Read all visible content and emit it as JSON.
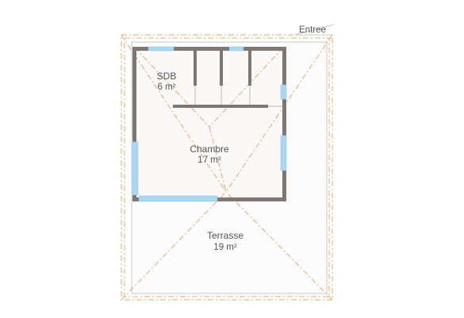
{
  "plan": {
    "rooms": [
      {
        "name": "SDB",
        "area": "6 m²"
      },
      {
        "name": "Chambre",
        "area": "17 m²"
      },
      {
        "name": "Terrasse",
        "area": "19 m²"
      }
    ],
    "entrance_label": "Entree",
    "colors": {
      "wall": "#7f7773",
      "window": "#a9d8f2",
      "roof_outline": "#f0a564",
      "floor_outline": "#c8c8c8",
      "text": "#555555"
    }
  }
}
